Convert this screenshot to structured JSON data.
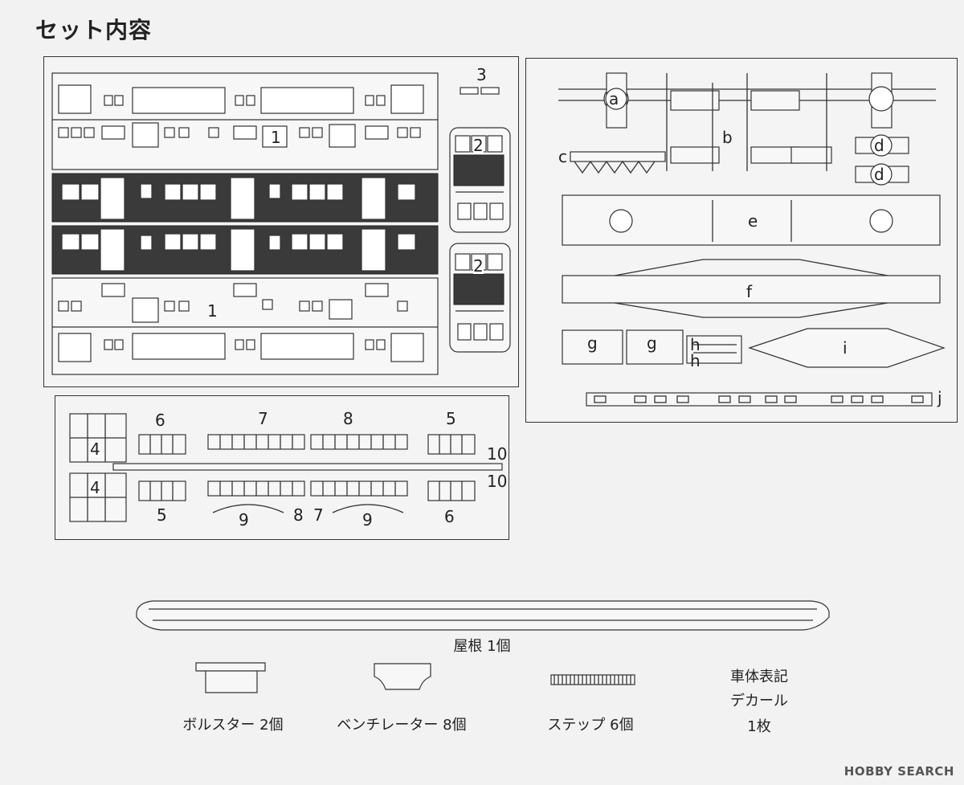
{
  "title": "セット内容",
  "left_sheet": {
    "labels": [
      "1",
      "1",
      "2",
      "2",
      "3"
    ]
  },
  "bottom_sheet": {
    "labels": [
      "4",
      "4",
      "5",
      "5",
      "6",
      "6",
      "7",
      "7",
      "8",
      "8",
      "9",
      "9",
      "10",
      "10"
    ]
  },
  "frame_sheet": {
    "labels": [
      "a",
      "b",
      "c",
      "d",
      "d",
      "e",
      "f",
      "g",
      "g",
      "h",
      "h",
      "i",
      "j"
    ]
  },
  "parts": {
    "roof": "屋根 1個",
    "bolster": "ボルスター 2個",
    "ventilator": "ベンチレーター 8個",
    "step": "ステップ 6個",
    "decal_line1": "車体表記",
    "decal_line2": "デカール",
    "decal_line3": "1枚"
  },
  "watermark": "HOBBY SEARCH"
}
